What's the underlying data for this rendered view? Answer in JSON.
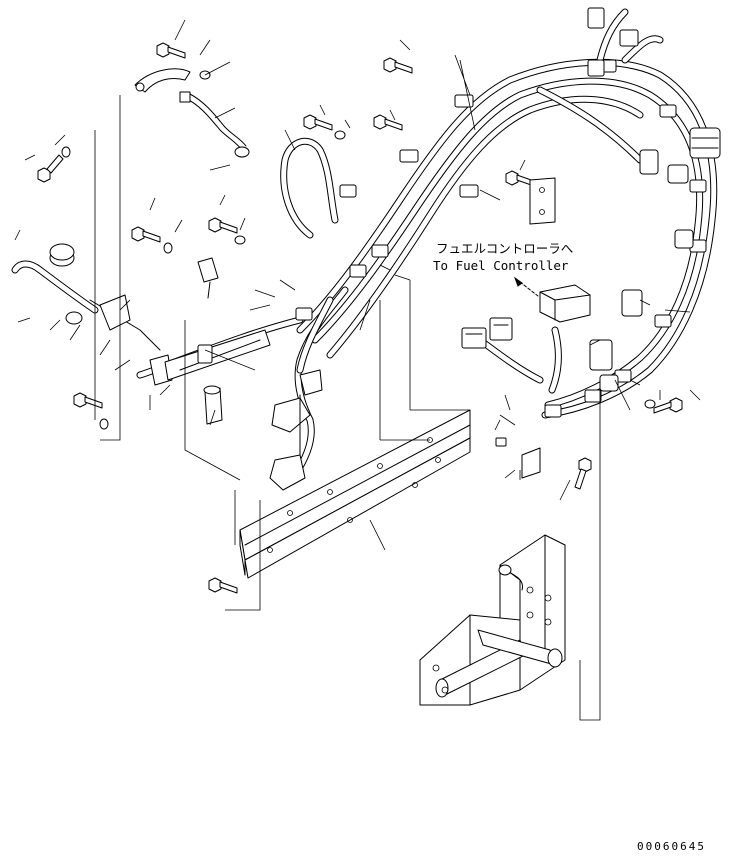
{
  "annotation": {
    "callout_jp": "フュエルコントローラへ",
    "callout_en": "To Fuel Controller"
  },
  "drawing_number": "00060645"
}
